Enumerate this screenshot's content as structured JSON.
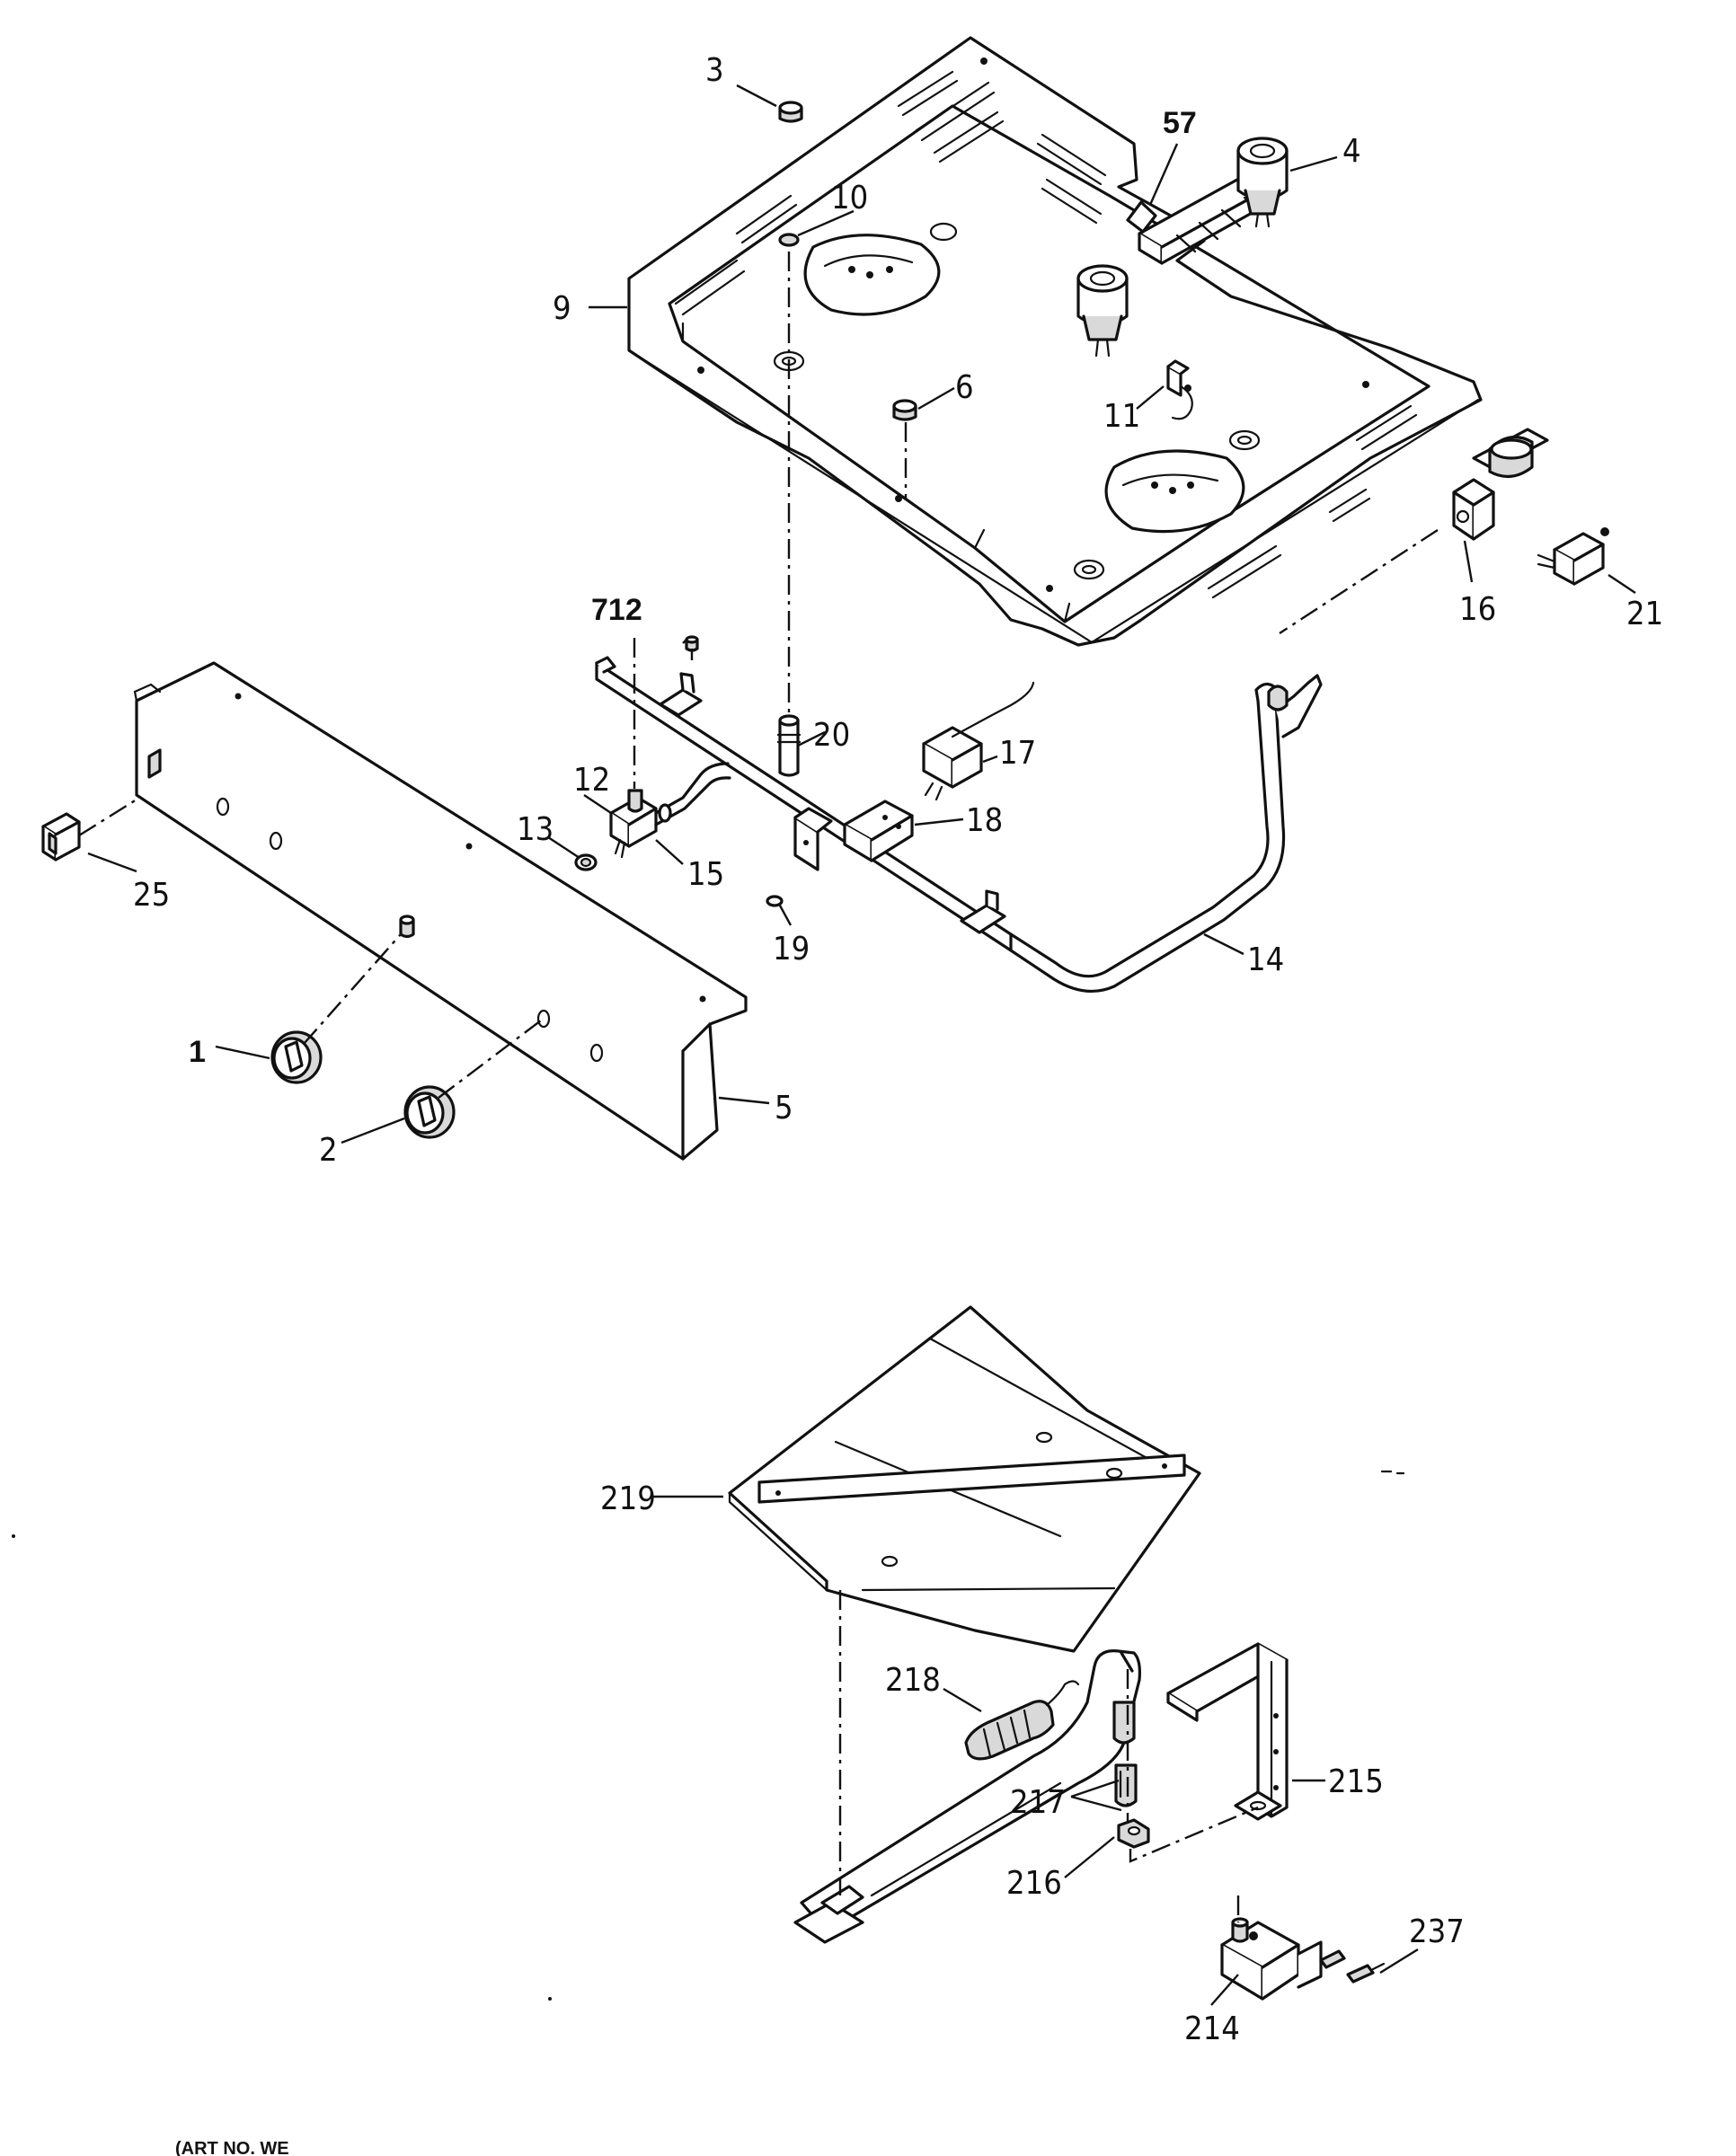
{
  "labels": {
    "p1": "1",
    "p2": "2",
    "p3": "3",
    "p4": "4",
    "p5": "5",
    "p6": "6",
    "p9": "9",
    "p10": "10",
    "p11": "11",
    "p12": "12",
    "p13": "13",
    "p14": "14",
    "p15": "15",
    "p16": "16",
    "p17": "17",
    "p18": "18",
    "p19": "19",
    "p20": "20",
    "p21": "21",
    "p25": "25",
    "p57": "57",
    "p712": "712",
    "p214": "214",
    "p215": "215",
    "p216": "216",
    "p217": "217",
    "p218": "218",
    "p219": "219",
    "p237": "237"
  },
  "footer": {
    "partial_text": "(ART NO. WE"
  }
}
